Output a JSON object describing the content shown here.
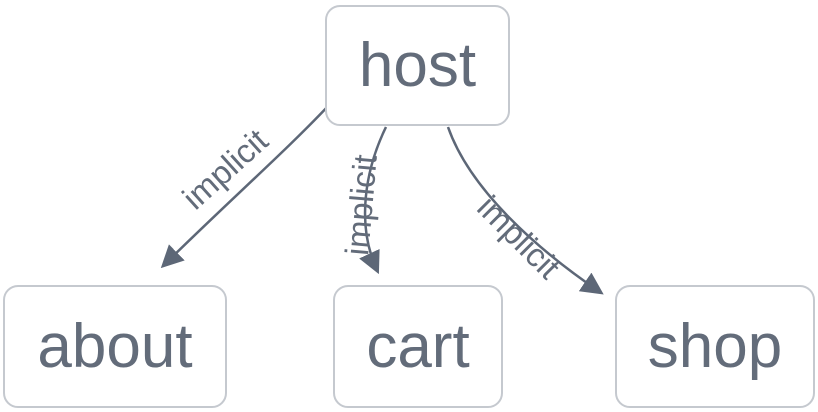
{
  "diagram": {
    "type": "flowchart-top-down",
    "nodes": [
      {
        "id": "host",
        "label": "host"
      },
      {
        "id": "about",
        "label": "about"
      },
      {
        "id": "cart",
        "label": "cart"
      },
      {
        "id": "shop",
        "label": "shop"
      }
    ],
    "edges": [
      {
        "from": "host",
        "to": "about",
        "label": "implicit",
        "arrow": "arrowhead-icon"
      },
      {
        "from": "host",
        "to": "cart",
        "label": "implicit",
        "arrow": "arrowhead-icon"
      },
      {
        "from": "host",
        "to": "shop",
        "label": "implicit",
        "arrow": "arrowhead-icon"
      }
    ],
    "colors": {
      "node_border": "#c5c9cf",
      "node_fill": "#ffffff",
      "text": "#636c7a",
      "edge": "#5d6777"
    }
  }
}
